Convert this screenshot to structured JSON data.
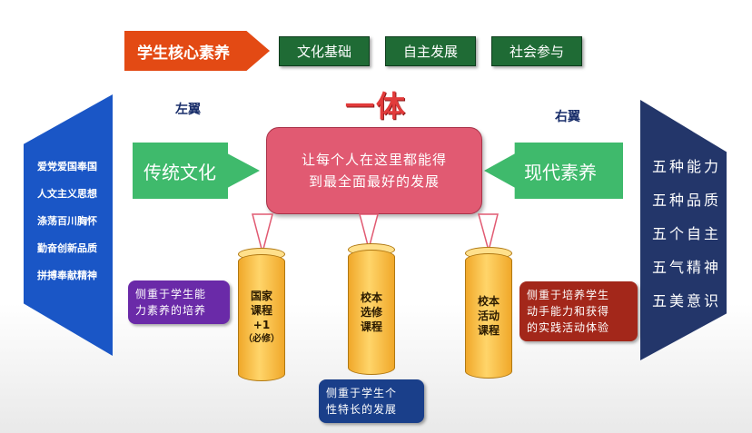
{
  "header": {
    "core_label": "学生核心素养",
    "tags": [
      "文化基础",
      "自主发展",
      "社会参与"
    ]
  },
  "wings": {
    "left": "左翼",
    "right": "右翼"
  },
  "center_title": "一体",
  "left_panel": {
    "items": [
      "爱党爱国奉国",
      "人文主义思想",
      "涤荡百川胸怀",
      "勤奋创新品质",
      "拼搏奉献精神"
    ]
  },
  "right_panel": {
    "items": [
      "五种能力",
      "五种品质",
      "五个自主",
      "五气精神",
      "五美意识"
    ]
  },
  "left_arrow": "传统文化",
  "right_arrow": "现代素养",
  "center_box": {
    "line1": "让每个人在这里都能得",
    "line2": "到最全面最好的发展"
  },
  "cylinders": [
    {
      "line1": "国家",
      "line2": "课程",
      "line3": "+1",
      "line4": "（必修）"
    },
    {
      "line1": "校本",
      "line2": "选修",
      "line3": "课程"
    },
    {
      "line1": "校本",
      "line2": "活动",
      "line3": "课程"
    }
  ],
  "notes": {
    "left": {
      "line1": "侧重于学生能",
      "line2": "力素养的培养"
    },
    "bottom": {
      "line1": "侧重于学生个",
      "line2": "性特长的发展"
    },
    "right": {
      "line1": "侧重于培养学生",
      "line2": "动手能力和获得",
      "line3": "的实践活动体验"
    }
  },
  "colors": {
    "core": "#e34a14",
    "tag": "#1f6b35",
    "green_arrow": "#3fba6c",
    "center": "#e15a72",
    "cylinder": "#f0a82a",
    "left_panel": "#1a56c6",
    "right_panel": "#23366a",
    "note_left": "#6a2aa8",
    "note_bottom": "#1a3f8a",
    "note_right": "#a3271a"
  }
}
